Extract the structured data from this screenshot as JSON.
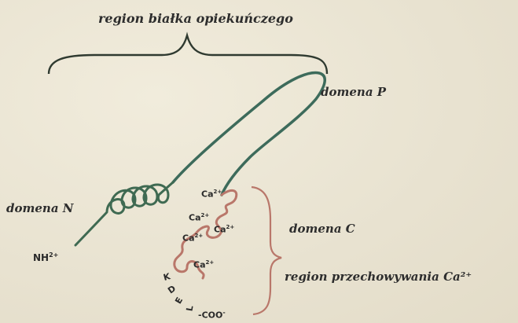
{
  "title": "region białka opiekuńczego",
  "labels": {
    "domain_p": "domena P",
    "domain_n": "domena N",
    "domain_c": "domena C",
    "storage_region": "region przechowywania Ca²⁺",
    "n_terminus": "NH",
    "n_terminus_charge": "2+",
    "c_terminus": "-COO",
    "c_terminus_charge": "-"
  },
  "calcium_sites": [
    {
      "text": "Ca",
      "charge": "2+"
    },
    {
      "text": "Ca",
      "charge": "2+"
    },
    {
      "text": "Ca",
      "charge": "2+"
    },
    {
      "text": "Ca",
      "charge": "2+"
    },
    {
      "text": "Ca",
      "charge": "2+"
    }
  ],
  "kdel": [
    "K",
    "D",
    "E",
    "L"
  ],
  "colors": {
    "p_domain": "#3d6b5b",
    "n_domain": "#3f6a52",
    "c_domain": "#b9776a",
    "bracket": "#2f3a30",
    "c_bracket": "#b9776a",
    "background": "#e9e3d2"
  }
}
